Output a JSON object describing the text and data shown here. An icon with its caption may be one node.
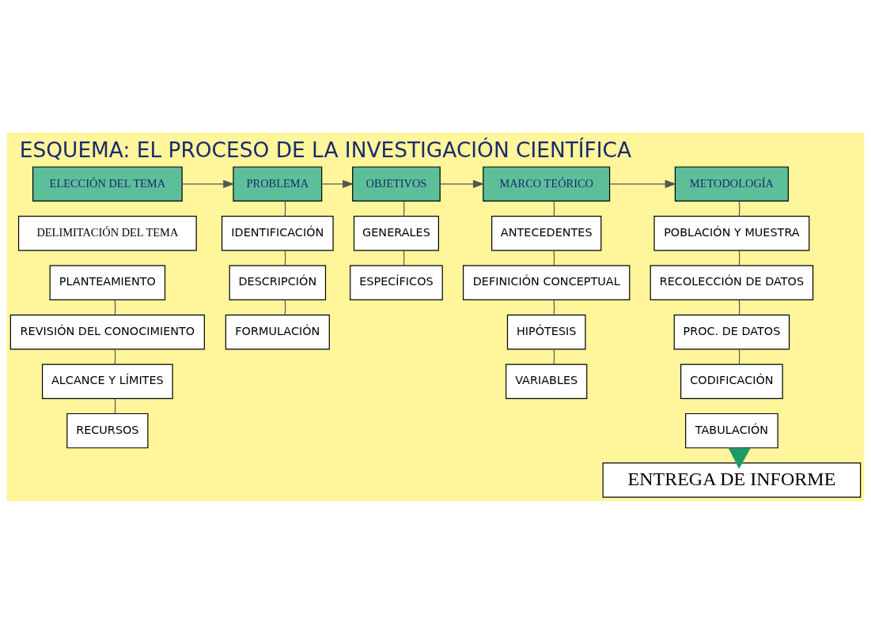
{
  "diagram": {
    "title": "ESQUEMA: EL PROCESO DE LA INVESTIGACIÓN CIENTÍFICA",
    "nodes": [
      {
        "text": [
          "ELECCIÓN DEL TEMA"
        ]
      },
      {
        "text": [
          "PROBLEMA"
        ]
      },
      {
        "text": [
          "OBJETIVOS"
        ]
      },
      {
        "text": [
          "MARCO TEÓRICO"
        ]
      },
      {
        "text": [
          "METODOLOGÍA"
        ]
      },
      {
        "text": [
          "DELIMITACIÓN DEL TEMA"
        ]
      },
      {
        "text": [
          "PLANTEAMIENTO"
        ]
      },
      {
        "text": [
          "REVISIÓN DEL CONOCIMIENTO"
        ]
      },
      {
        "text": [
          "ALCANCE Y LÍMITES"
        ]
      },
      {
        "text": [
          "RECURSOS"
        ]
      },
      {
        "text": [
          "IDENTIFICACIÓN"
        ]
      },
      {
        "text": [
          "DESCRIPCIÓN"
        ]
      },
      {
        "text": [
          "FORMULACIÓN"
        ]
      },
      {
        "text": [
          "GENERALES"
        ]
      },
      {
        "text": [
          "ESPECÍFICOS"
        ]
      },
      {
        "text": [
          "ANTECEDENTES"
        ]
      },
      {
        "text": [
          "DEFINICIÓN CONCEPTUAL"
        ]
      },
      {
        "text": [
          "HIPÓTESIS"
        ]
      },
      {
        "text": [
          "VARIABLES"
        ]
      },
      {
        "text": [
          "POBLACIÓN Y MUESTRA"
        ]
      },
      {
        "text": [
          "RECOLECCIÓN DE DATOS"
        ]
      },
      {
        "text": [
          "PROC. DE DATOS"
        ]
      },
      {
        "text": [
          "CODIFICACIÓN"
        ]
      },
      {
        "text": [
          "TABULACIÓN"
        ]
      },
      {
        "text": [
          "ENTREGA DE INFORME"
        ]
      }
    ],
    "edges": [
      {
        "from": 0,
        "to": 1,
        "arrow": "to"
      },
      {
        "from": 1,
        "to": 2,
        "arrow": "to"
      },
      {
        "from": 2,
        "to": 3,
        "arrow": "to"
      },
      {
        "from": 3,
        "to": 4,
        "arrow": "to"
      },
      {
        "from": 6,
        "to": 7,
        "arrow": "none"
      },
      {
        "from": 7,
        "to": 8,
        "arrow": "none"
      },
      {
        "from": 8,
        "to": 9,
        "arrow": "none"
      },
      {
        "from": 1,
        "to": 10,
        "arrow": "none"
      },
      {
        "from": 10,
        "to": 11,
        "arrow": "none"
      },
      {
        "from": 11,
        "to": 12,
        "arrow": "none"
      },
      {
        "from": 2,
        "to": 13,
        "arrow": "none"
      },
      {
        "from": 13,
        "to": 14,
        "arrow": "none"
      },
      {
        "from": 3,
        "to": 15,
        "arrow": "none"
      },
      {
        "from": 15,
        "to": 16,
        "arrow": "none"
      },
      {
        "from": 16,
        "to": 17,
        "arrow": "none"
      },
      {
        "from": 17,
        "to": 18,
        "arrow": "none"
      },
      {
        "from": 4,
        "to": 19,
        "arrow": "none"
      },
      {
        "from": 19,
        "to": 20,
        "arrow": "none"
      },
      {
        "from": 20,
        "to": 21,
        "arrow": "none"
      },
      {
        "from": 21,
        "to": 22,
        "arrow": "none"
      },
      {
        "from": 23,
        "to": 24,
        "arrow": "to",
        "style": "thick",
        "color": "#1e9a6a"
      }
    ]
  }
}
